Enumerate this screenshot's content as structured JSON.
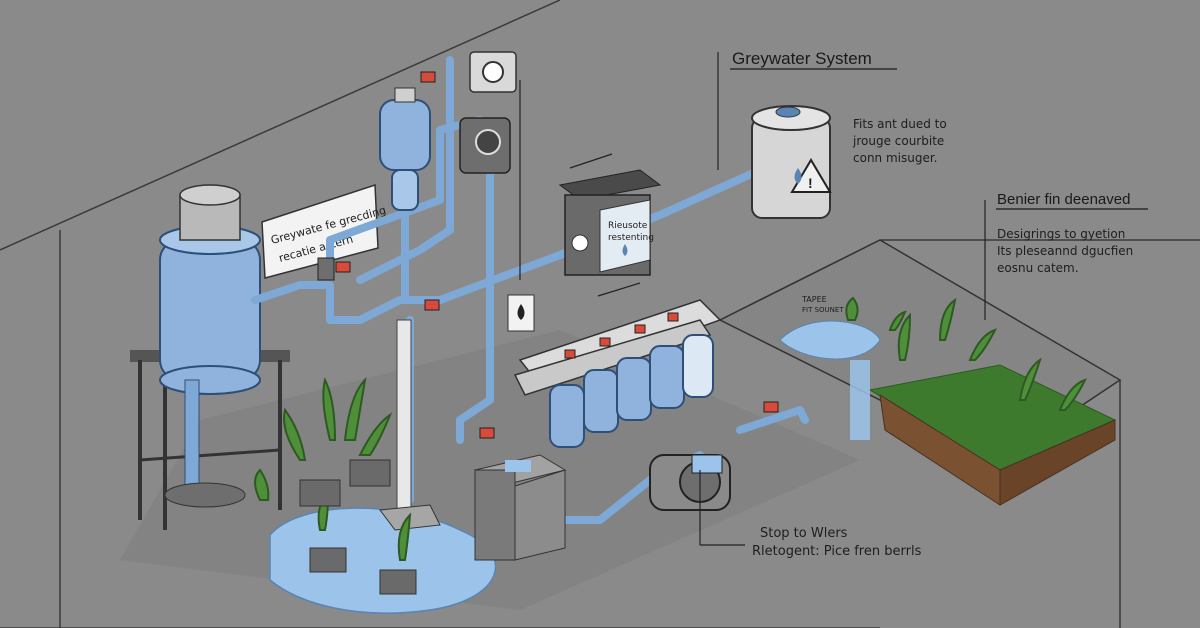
{
  "title": "Greywater System",
  "note_top_right": [
    "Fits ant dued to",
    "jrouge courbite",
    "conn misuger."
  ],
  "heading_right": "Benier fin deenaved",
  "note_right": [
    "Desigrings to gyetion",
    "Its pleseannd dgucfien",
    "eosnu catem."
  ],
  "sign_left": [
    "Greywate fe grecding",
    "recatie astern"
  ],
  "filter_box_label": [
    "Rieusote",
    "restenting"
  ],
  "garden_label": [
    "TAPEE",
    "FIT SOUNET"
  ],
  "caption_bottom": [
    "Stop to Wlers",
    "Rletogent: Pice fren berrls"
  ],
  "colors": {
    "background": "#8a8a8a",
    "pipe_blue": "#7ea8d6",
    "tank_blue": "#8fb3dc",
    "water": "#9cc4ea",
    "plant_green": "#4f8f3a",
    "soil": "#7a5232",
    "valve_red": "#d84a3a"
  },
  "icons": [
    "water-drop-icon",
    "warning-icon",
    "pump-icon",
    "valve-icon",
    "plant-icon",
    "meter-icon"
  ]
}
